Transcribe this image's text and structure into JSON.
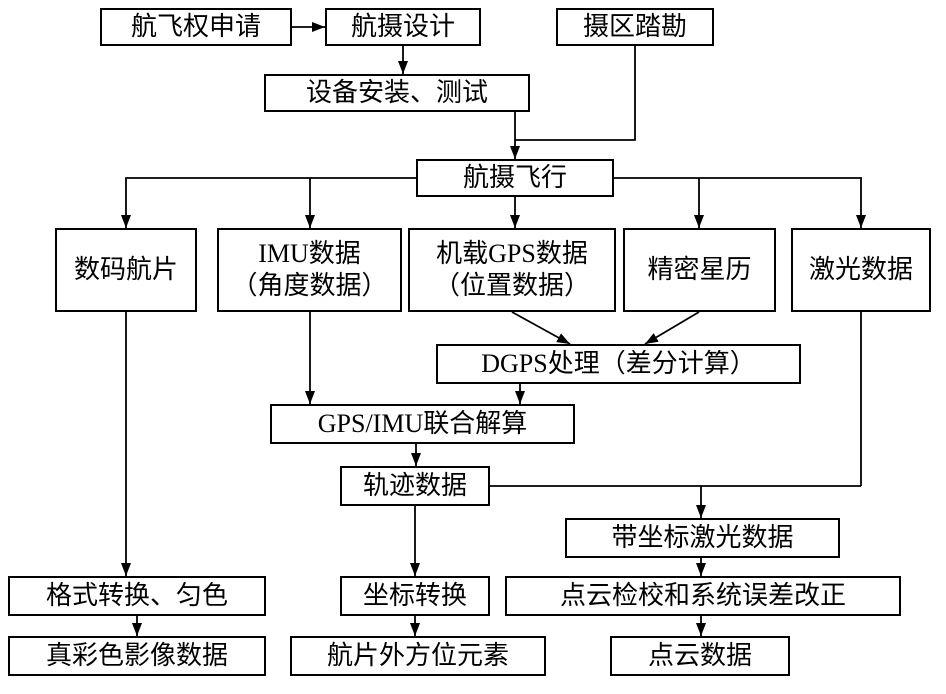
{
  "colors": {
    "background": "#ffffff",
    "box_border": "#000000",
    "text": "#000000",
    "connector": "#000000"
  },
  "nodes": {
    "flight_permit": {
      "label": "航飞权申请"
    },
    "aerial_design": {
      "label": "航摄设计"
    },
    "site_survey": {
      "label": "摄区踏勘"
    },
    "equipment": {
      "label": "设备安装、测试"
    },
    "flight": {
      "label": "航摄飞行"
    },
    "digital_photos": {
      "label": "数码航片"
    },
    "imu": {
      "label": "IMU数据\n（角度数据）"
    },
    "gps": {
      "label": "机载GPS数据\n（位置数据）"
    },
    "ephemeris": {
      "label": "精密星历"
    },
    "laser": {
      "label": "激光数据"
    },
    "dgps": {
      "label": "DGPS处理（差分计算）"
    },
    "gps_imu": {
      "label": "GPS/IMU联合解算"
    },
    "trajectory": {
      "label": "轨迹数据"
    },
    "laser_coord": {
      "label": "带坐标激光数据"
    },
    "format_conv": {
      "label": "格式转换、匀色"
    },
    "coord_conv": {
      "label": "坐标转换"
    },
    "cloud_calib": {
      "label": "点云检校和系统误差改正"
    },
    "true_color": {
      "label": "真彩色影像数据"
    },
    "exterior": {
      "label": "航片外方位元素"
    },
    "point_cloud": {
      "label": "点云数据"
    }
  }
}
